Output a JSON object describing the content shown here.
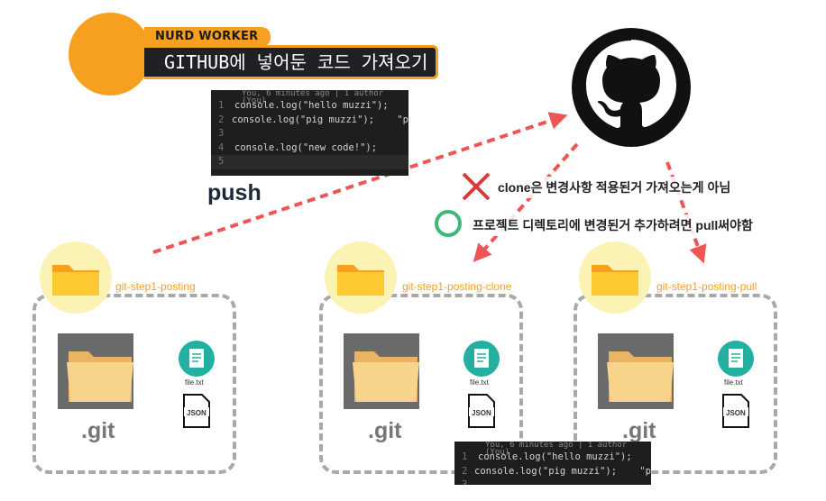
{
  "header": {
    "badge_top": "NURD WORKER",
    "title": "GITHUB에 넣어둔 코드 가져오기"
  },
  "push_label": "push",
  "notes": {
    "cross": "clone은 변경사항 적용된거 가져오는게 아님",
    "check": "프로젝트 디렉토리에 변경된거 추가하려면 pull써야함"
  },
  "code_top": {
    "meta": "You, 6 minutes ago | 1 author (You)",
    "lines": [
      {
        "num": "1",
        "text": "console.log(\"hello muzzi\");"
      },
      {
        "num": "2",
        "text": "console.log(\"pig muzzi\");    \"p"
      },
      {
        "num": "3",
        "text": ""
      },
      {
        "num": "4",
        "text": "console.log(\"new code!\");"
      },
      {
        "num": "5",
        "text": ""
      }
    ]
  },
  "code_bottom": {
    "meta": "You, 6 minutes ago | 1 author (You)",
    "lines": [
      {
        "num": "1",
        "text": "console.log(\"hello muzzi\");"
      },
      {
        "num": "2",
        "text": "console.log(\"pig muzzi\");    \"p"
      },
      {
        "num": "3",
        "text": ""
      }
    ]
  },
  "repos": [
    {
      "name": "git-step1-posting",
      "git": ".git",
      "file": "file.txt",
      "json": "JSON"
    },
    {
      "name": "git-step1-posting-clone",
      "git": ".git",
      "file": "file.txt",
      "json": "JSON"
    },
    {
      "name": "git-step1-posting-pull",
      "git": ".git",
      "file": "file.txt",
      "json": "JSON"
    }
  ],
  "colors": {
    "accent": "#f7a020",
    "arrow": "#ee5555",
    "cross": "#d63b3b",
    "check": "#3cb878",
    "github": "#111111"
  }
}
